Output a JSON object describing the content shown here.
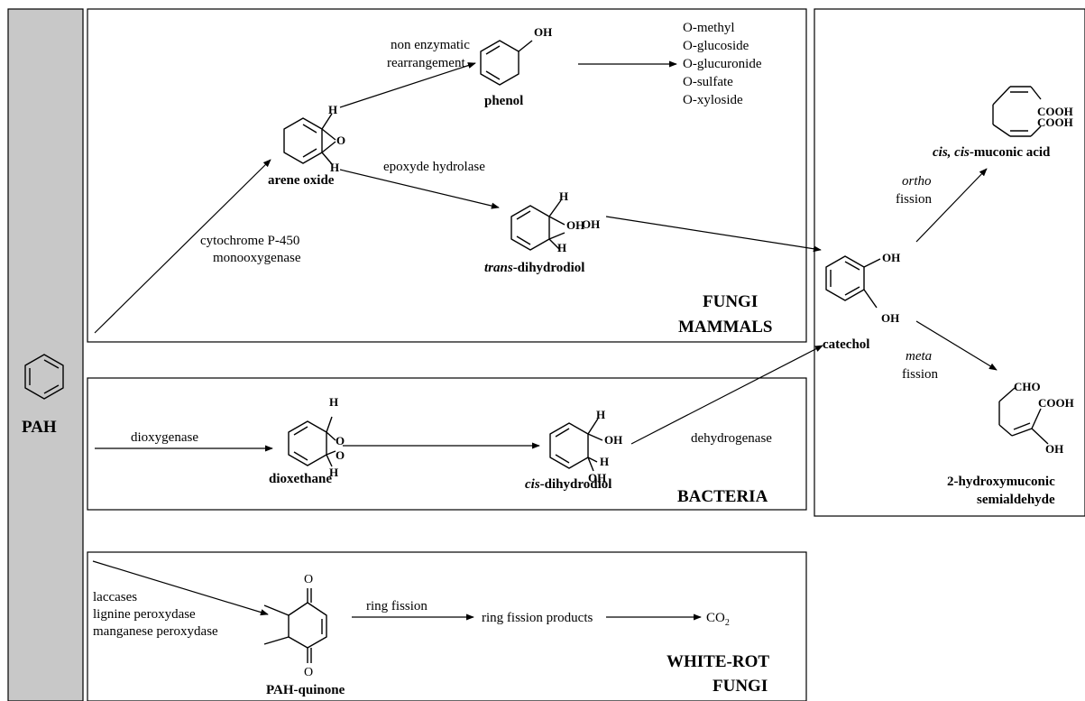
{
  "pah_label": "PAH",
  "sections": {
    "fungi_mammals": {
      "line1": "FUNGI",
      "line2": "MAMMALS"
    },
    "bacteria": {
      "label": "BACTERIA"
    },
    "white_rot": {
      "line1": "WHITE-ROT",
      "line2": "FUNGI"
    }
  },
  "enzymes": {
    "cytochrome_line1": "cytochrome P-450",
    "cytochrome_line2": "monooxygenase",
    "nonenzymatic_line1": "non enzymatic",
    "nonenzymatic_line2": "rearrangement",
    "epoxide_hydrolase": "epoxyde hydrolase",
    "dioxygenase": "dioxygenase",
    "dehydrogenase": "dehydrogenase",
    "laccases": "laccases",
    "lignin_peroxidase": "lignine peroxydase",
    "manganese_peroxidase": "manganese peroxydase",
    "ring_fission": "ring fission",
    "ortho_italic": "ortho",
    "ortho_fission": "fission",
    "meta_italic": "meta",
    "meta_fission": "fission"
  },
  "compounds": {
    "arene_oxide": "arene oxide",
    "phenol": "phenol",
    "trans_prefix": "trans",
    "trans_suffix": "-dihydrodiol",
    "dioxethane": "dioxethane",
    "cis_prefix": "cis",
    "cis_suffix": "-dihydrodiol",
    "catechol": "catechol",
    "muconic_prefix": "cis, cis",
    "muconic_suffix": "-muconic acid",
    "hms_line1": "2-hydroxymuconic",
    "hms_line2": "semialdehyde",
    "pah_quinone": "PAH-quinone",
    "ring_fission_products": "ring fission products",
    "co2": "CO",
    "co2_sub": "2"
  },
  "conjugates": [
    "O-methyl",
    "O-glucoside",
    "O-glucuronide",
    "O-sulfate",
    "O-xyloside"
  ],
  "atoms": {
    "H": "H",
    "O": "O",
    "OH": "OH",
    "COOH": "COOH",
    "CHO": "CHO"
  }
}
